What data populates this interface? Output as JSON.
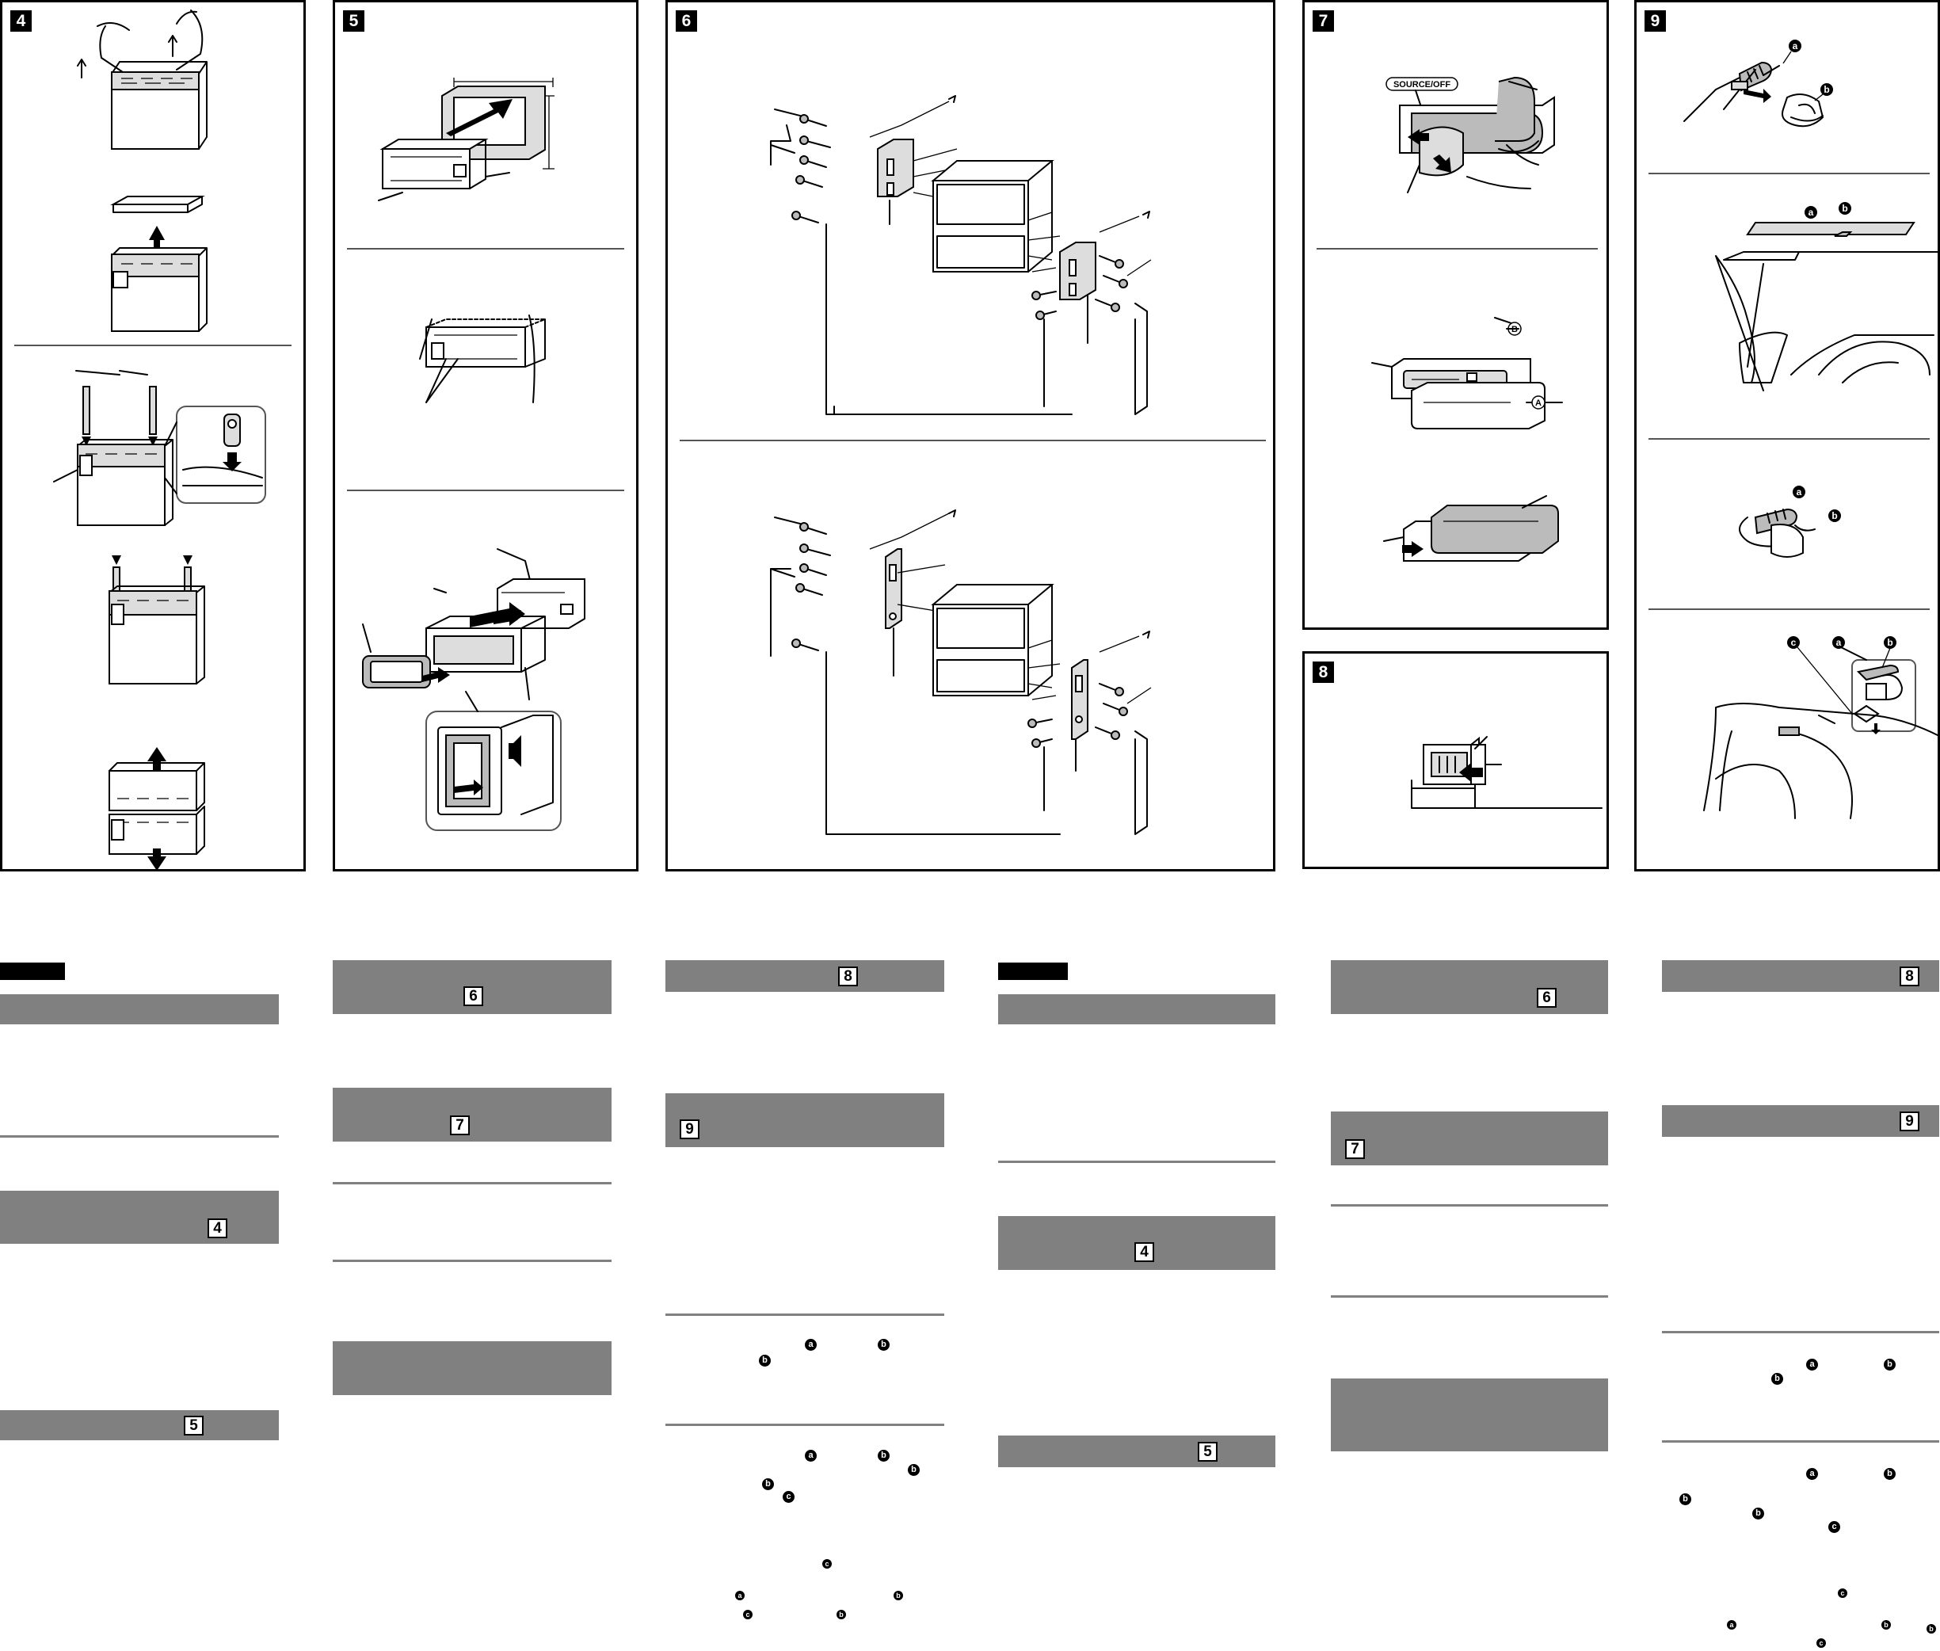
{
  "panels": [
    {
      "num": "4"
    },
    {
      "num": "5"
    },
    {
      "num": "6"
    },
    {
      "num": "7",
      "button_label": "SOURCE/OFF",
      "label_b": "B",
      "label_a": "A"
    },
    {
      "num": "8"
    },
    {
      "num": "9"
    }
  ],
  "mic_markers": {
    "a": "a",
    "b": "b",
    "c": "c"
  },
  "text_columns": {
    "col1": {
      "box1": "4",
      "box2": "5"
    },
    "col2": {
      "box1": "6",
      "box2": "7"
    },
    "col3": {
      "box1": "8",
      "box2": "9"
    },
    "col4": {
      "box1": "4",
      "box2": "5"
    },
    "col5": {
      "box1": "6",
      "box2": "7"
    },
    "col6": {
      "box1": "8",
      "box2": "9"
    }
  }
}
